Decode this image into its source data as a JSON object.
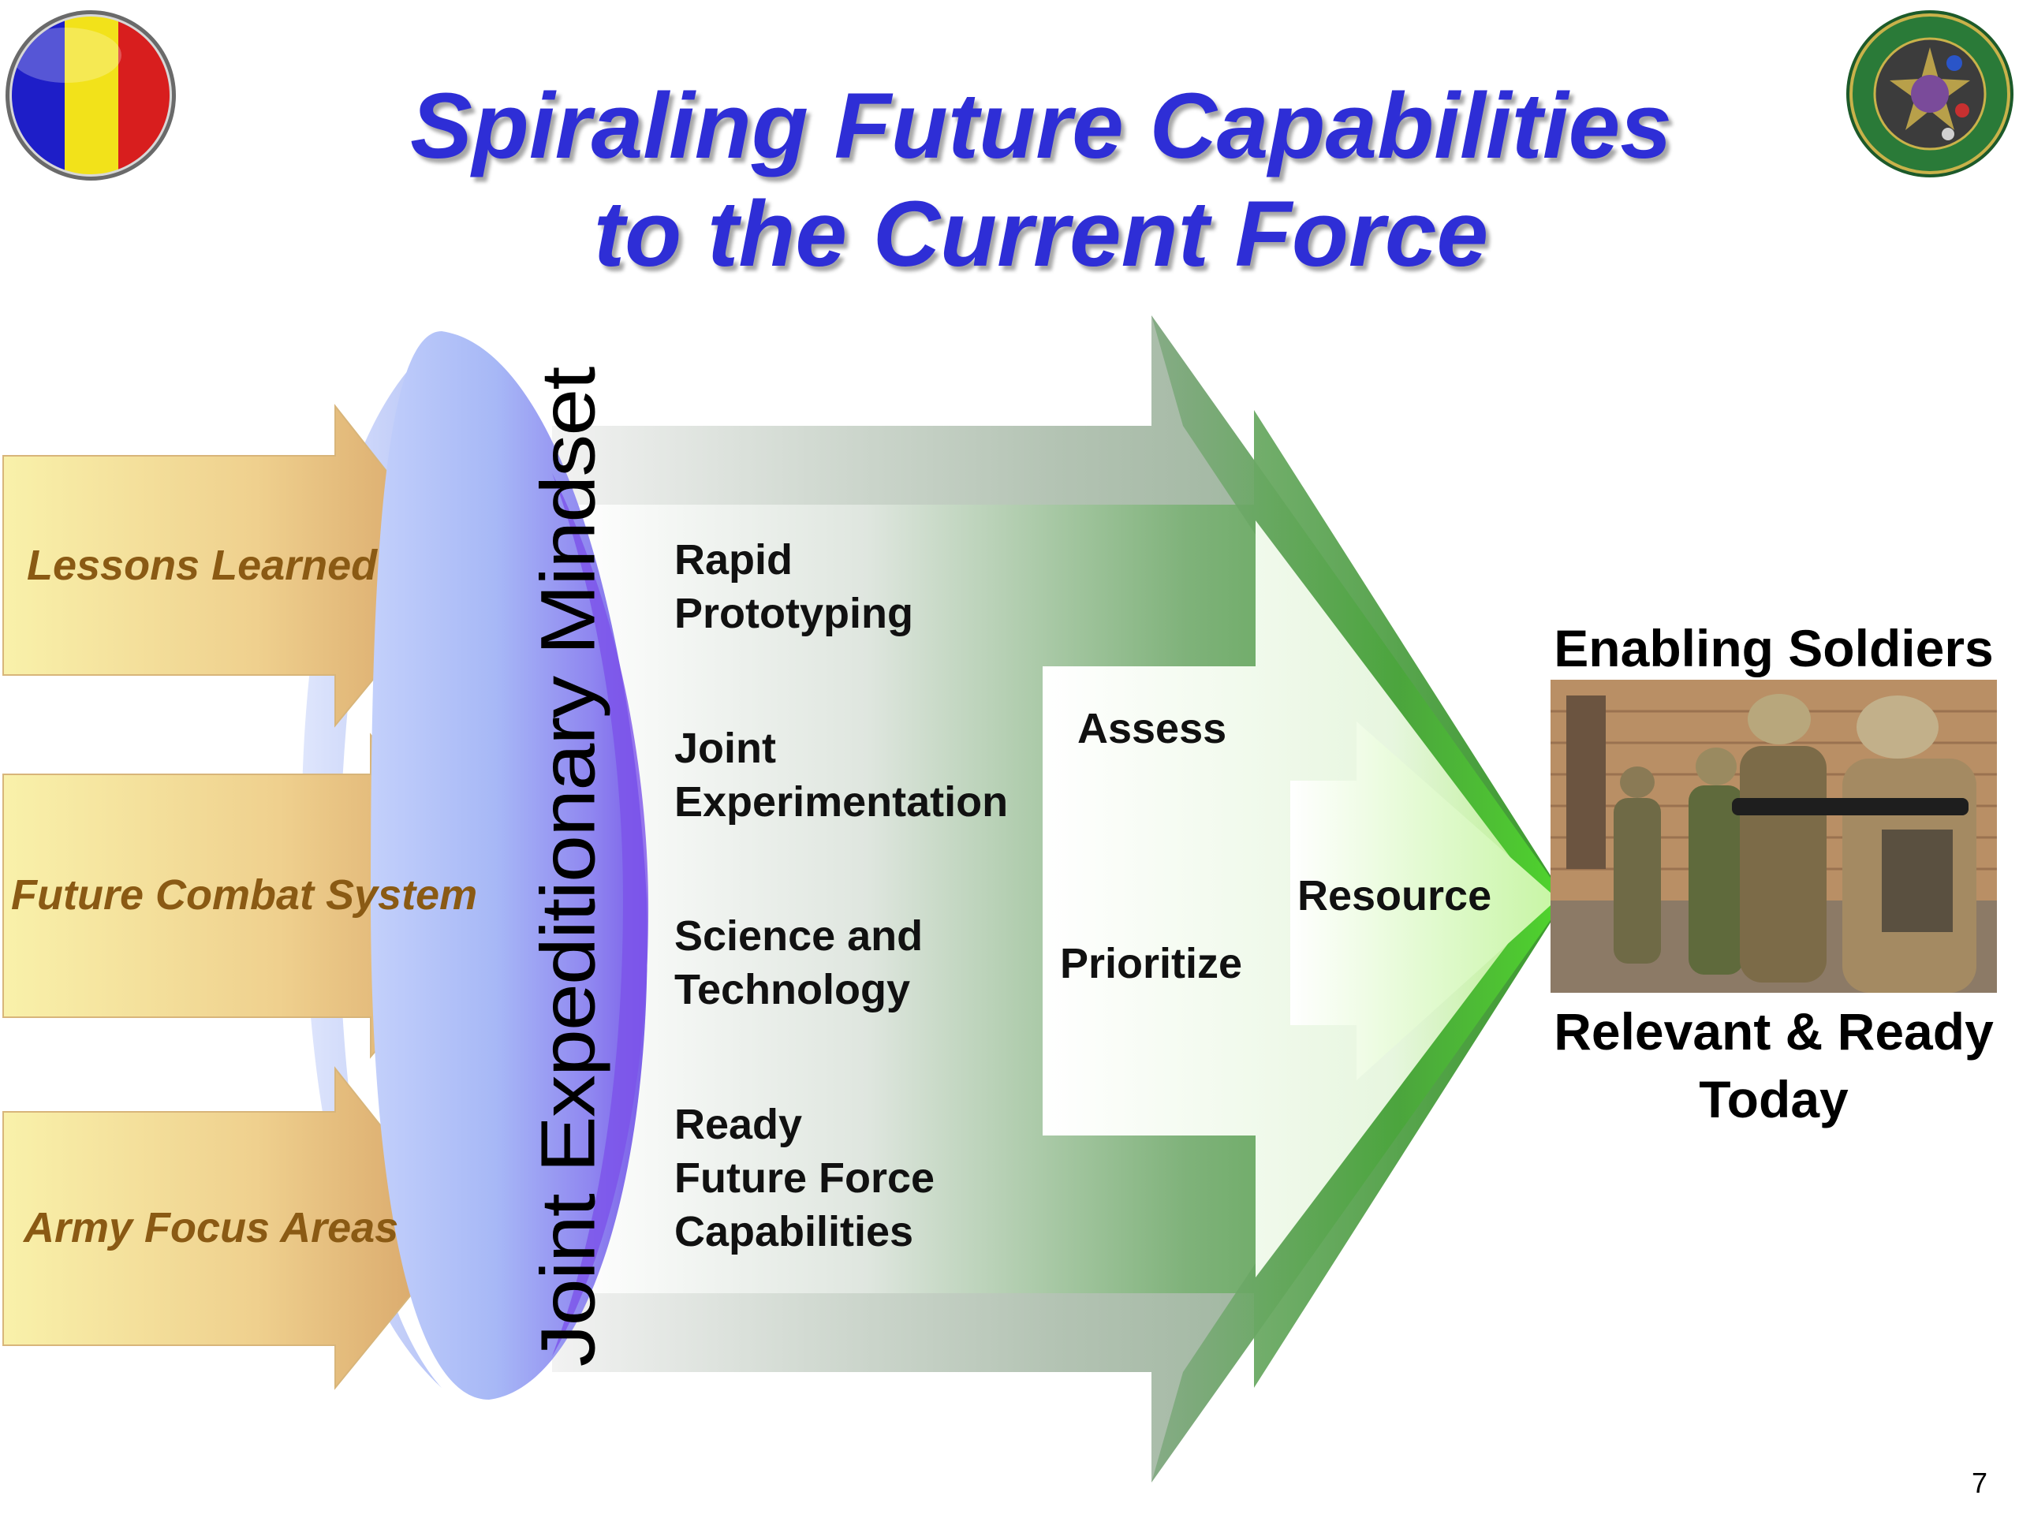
{
  "title": {
    "line1": "Spiraling Future Capabilities",
    "line2": "to the Current Force"
  },
  "logos": {
    "left": "tri-color-circle-logo",
    "right": "army-futures-center-seal"
  },
  "inputs": [
    {
      "label": "Lessons Learned"
    },
    {
      "label": "Future Combat System"
    },
    {
      "label": "Army Focus Areas"
    }
  ],
  "lens": {
    "label": "Joint Expeditionary Mindset"
  },
  "activities": [
    {
      "line1": "Rapid",
      "line2": "Prototyping"
    },
    {
      "line1": "Joint",
      "line2": "Experimentation"
    },
    {
      "line1": "Science and",
      "line2": "Technology"
    },
    {
      "line1": "Ready",
      "line2": "Future Force",
      "line3": "Capabilities"
    }
  ],
  "steps": {
    "assess": "Assess",
    "prioritize": "Prioritize",
    "resource": "Resource"
  },
  "outcome": {
    "heading": "Enabling Soldiers",
    "line1": "Relevant & Ready",
    "line2": "Today"
  },
  "page_number": "7",
  "colors": {
    "title": "#2E2ED6",
    "input_arrow_light": "#F8EFA6",
    "input_arrow_dark": "#D9A66A",
    "input_text": "#8A5A14",
    "main_arrow_green": "#3FA82F",
    "lens_blue": "#A8B8F6",
    "lens_purple": "#8A6CF0"
  }
}
